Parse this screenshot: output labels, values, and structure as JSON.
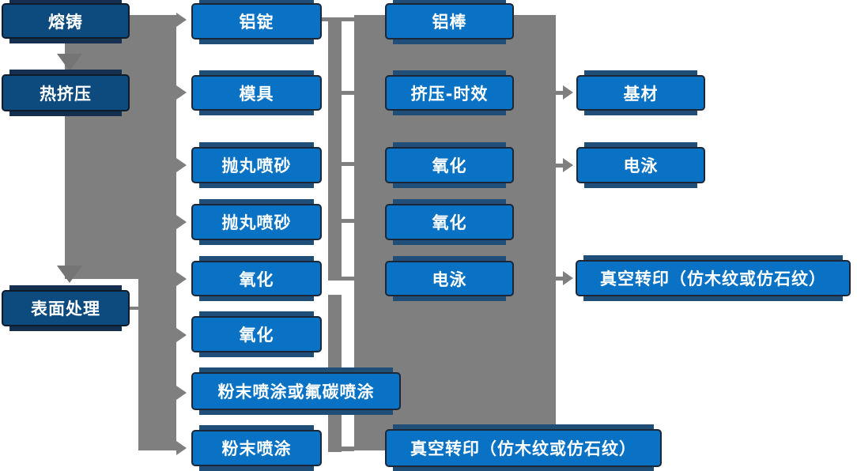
{
  "diagram": {
    "title": "Aluminum profile processing flow diagram",
    "colors": {
      "process_blue": "#0A72C4",
      "stage_dark_blue": "#0D4B7E",
      "shadow_navy": "#1F4E79",
      "connector_gray": "#7F7F7F",
      "text_white": "#ffffff"
    },
    "nodes": {
      "col1": [
        {
          "label": "熔铸"
        },
        {
          "label": "热挤压"
        },
        {
          "label": "表面处理"
        }
      ],
      "col2": [
        {
          "label": "铝锭"
        },
        {
          "label": "模具"
        },
        {
          "label": "抛丸喷砂"
        },
        {
          "label": "抛丸喷砂"
        },
        {
          "label": "氧化"
        },
        {
          "label": "氧化"
        },
        {
          "label": "粉末喷涂或氟碳喷涂"
        },
        {
          "label": "粉末喷涂"
        }
      ],
      "col3": [
        {
          "label": "铝棒"
        },
        {
          "label": "挤压-时效"
        },
        {
          "label": "氧化"
        },
        {
          "label": "氧化"
        },
        {
          "label": "电泳"
        },
        {
          "label": "真空转印（仿木纹或仿石纹）"
        }
      ],
      "col4": [
        {
          "label": "基材"
        },
        {
          "label": "电泳"
        },
        {
          "label": "真空转印（仿木纹或仿石纹）"
        }
      ]
    }
  }
}
